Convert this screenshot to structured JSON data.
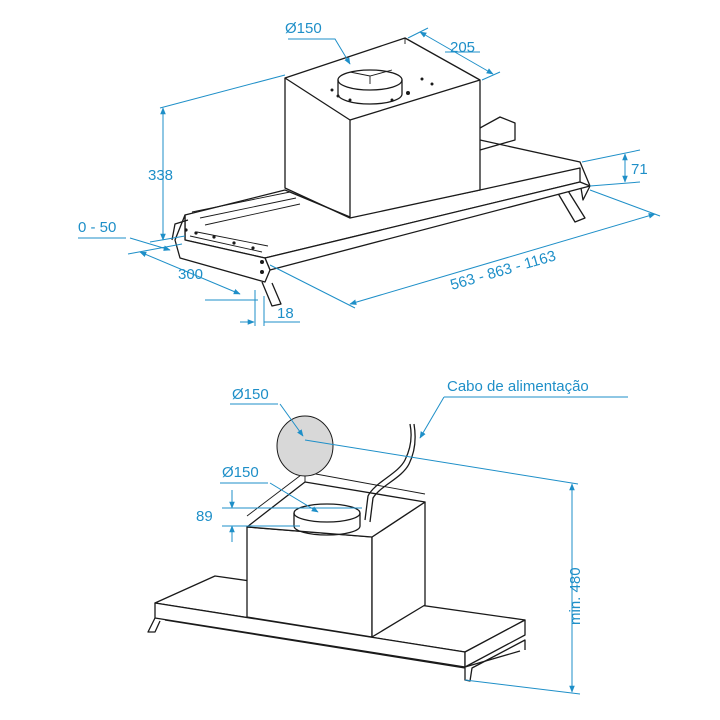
{
  "top_view": {
    "labels": {
      "duct_diameter": "Ø150",
      "chimney_depth": "205",
      "height": "338",
      "front_height": "71",
      "adjust_range": "0 - 50",
      "depth": "300",
      "width_options": "563 - 863 - 1163",
      "side_offset": "18"
    }
  },
  "bottom_view": {
    "labels": {
      "cutout_diameter": "Ø150",
      "power_cable": "Cabo de alimentação",
      "duct_diameter": "Ø150",
      "duct_height": "89",
      "min_height": "min. 480"
    }
  },
  "colors": {
    "dimension": "#1e8fc8",
    "outline": "#1a1a1a"
  }
}
